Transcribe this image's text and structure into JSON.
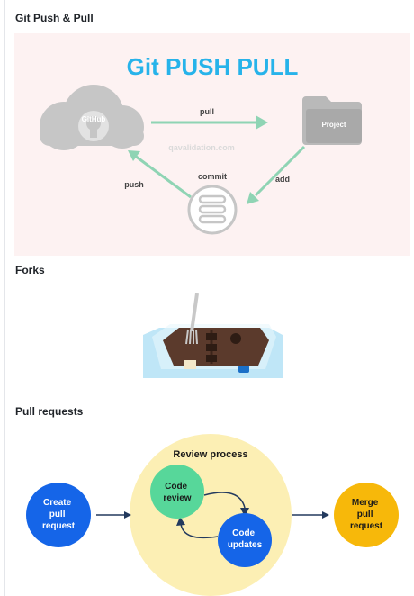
{
  "sections": {
    "git_push_pull": {
      "heading": "Git Push & Pull",
      "image": {
        "title": "Git PUSH PULL",
        "github_label": "GitHub",
        "project_label": "Project",
        "watermark": "qavalidation.com",
        "arrow_pull": "pull",
        "arrow_push": "push",
        "arrow_add": "add",
        "commit_label": "commit",
        "colors": {
          "background": "#fdf2f2",
          "title": "#27b3ea",
          "arrows": "#8fd4b4",
          "shapes": "#c6c6c6"
        }
      }
    },
    "forks": {
      "heading": "Forks",
      "image": {
        "description_icon": "fork-on-box-icon"
      }
    },
    "pull_requests": {
      "heading": "Pull requests",
      "image": {
        "review_title": "Review process",
        "create_label": [
          "Create",
          "pull",
          "request"
        ],
        "code_review_label": [
          "Code",
          "review"
        ],
        "code_updates_label": [
          "Code",
          "updates"
        ],
        "merge_label": [
          "Merge",
          "pull",
          "request"
        ],
        "colors": {
          "create": "#1565e8",
          "review_bg": "#fcefb4",
          "code_review": "#57d79a",
          "code_updates": "#1565e8",
          "merge": "#f7b80a",
          "arrow": "#233a5e"
        }
      }
    }
  }
}
